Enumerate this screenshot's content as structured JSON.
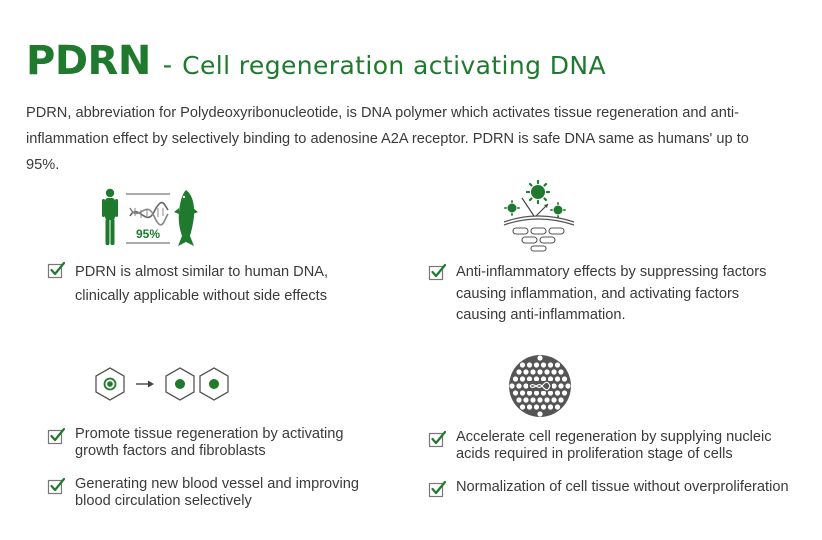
{
  "title": {
    "brand": "PDRN",
    "separator": "-",
    "subtitle": "Cell regeneration activating DNA"
  },
  "intro": "PDRN, abbreviation for Polydeoxyribonucleotide, is DNA polymer which activates tissue regeneration and anti-inflammation effect by selectively binding to adenosine A2A receptor. PDRN is safe DNA same as humans' up to 95%.",
  "similarity_label": "95%",
  "features": [
    {
      "text": "PDRN is almost similar to human DNA, clinically applicable without side effects"
    },
    {
      "text": "Anti-inflammatory effects by suppressing factors causing inflammation, and activating factors causing anti-inflammation."
    },
    {
      "text": "Promote tissue regeneration by activating growth factors and fibroblasts"
    },
    {
      "text": "Generating new blood vessel and improving blood circulation selectively"
    },
    {
      "text": "Accelerate cell regeneration by supplying nucleic acids required in proliferation stage of cells"
    },
    {
      "text": "Normalization of cell tissue without overproliferation"
    }
  ],
  "icons": {
    "check": "checkbox-check-icon",
    "human_salmon": "human-salmon-dna-icon",
    "inflammation": "inflammation-cells-icon",
    "cell_division": "cell-regeneration-icon",
    "nucleic": "nucleic-acid-cell-icon"
  },
  "colors": {
    "accent": "#1f7a2e",
    "text": "#3a3a3a",
    "dark_cell": "#555555"
  }
}
